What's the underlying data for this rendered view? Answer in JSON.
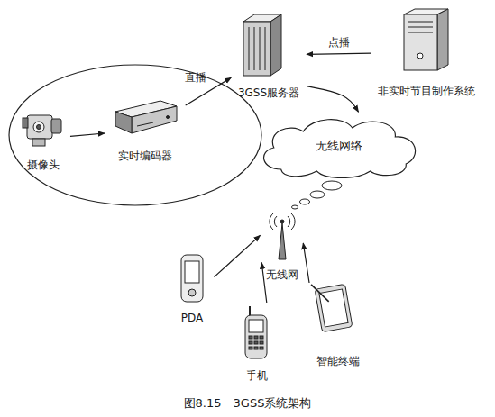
{
  "diagram": {
    "caption": "图8.15　3GSS系统架构",
    "nodes": [
      {
        "text": [
          "摄像头"
        ]
      },
      {
        "text": [
          "实时编码器"
        ]
      },
      {
        "text": [
          "3GSS服务器"
        ]
      },
      {
        "text": [
          "非实时节目制作系统"
        ]
      },
      {
        "text": [
          "无线网络"
        ]
      },
      {
        "text": [
          "无线网"
        ]
      },
      {
        "text": [
          "PDA"
        ]
      },
      {
        "text": [
          "手机"
        ]
      },
      {
        "text": [
          "智能终端"
        ]
      }
    ],
    "edges": [
      {
        "from": 0,
        "to": 1,
        "arrow": "to"
      },
      {
        "from": 1,
        "to": 2,
        "label": "直播",
        "arrow": "to"
      },
      {
        "from": 3,
        "to": 2,
        "label": "点播",
        "arrow": "to"
      },
      {
        "from": 2,
        "to": 4,
        "arrow": "to"
      },
      {
        "from": 6,
        "to": 5,
        "arrow": "to"
      },
      {
        "from": 7,
        "to": 5,
        "arrow": "to"
      },
      {
        "from": 8,
        "to": 5,
        "arrow": "to"
      }
    ]
  }
}
